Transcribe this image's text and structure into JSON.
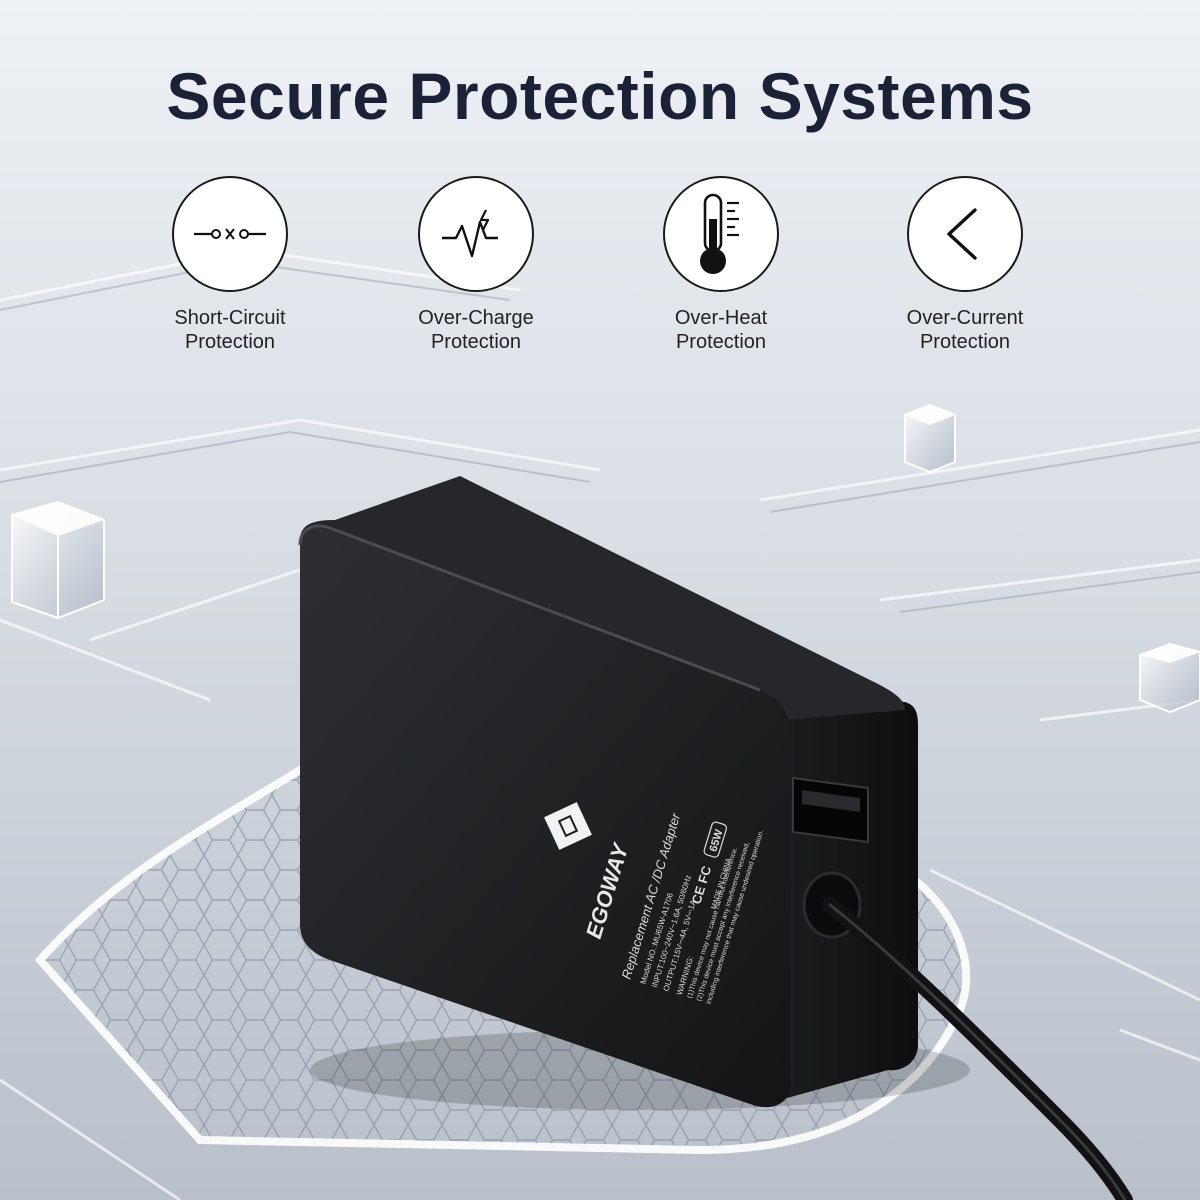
{
  "headline": "Secure Protection Systems",
  "features": [
    {
      "icon": "short-circuit-icon",
      "line1": "Short-Circuit",
      "line2": "Protection"
    },
    {
      "icon": "over-charge-icon",
      "line1": "Over-Charge",
      "line2": "Protection"
    },
    {
      "icon": "thermometer-icon",
      "line1": "Over-Heat",
      "line2": "Protection"
    },
    {
      "icon": "over-current-icon",
      "line1": "Over-Current",
      "line2": "Protection"
    }
  ],
  "product": {
    "brand": "EGOWAY",
    "description": "Replacement  AC /DC Adapter",
    "model": "Model NO.:MU65W-A1706",
    "input": "INPUT:100~240V~1.6A, 50/60Hz",
    "output": "OUTPUT:15V⎓4A, 5V⎓1A",
    "warning_title": "WARNING:",
    "warning_1": "(1)This device may not cause harmful interference.",
    "warning_2": "(2)This device must accept any interference received,",
    "warning_3": "including interference that may cause undesired operation.",
    "marks": "CE FC",
    "wattage": "65W",
    "made_in": "MADE IN CHINA"
  },
  "colors": {
    "headline": "#1b2238",
    "background": "#dfe4ea",
    "adapter": "#1c1c1e"
  }
}
